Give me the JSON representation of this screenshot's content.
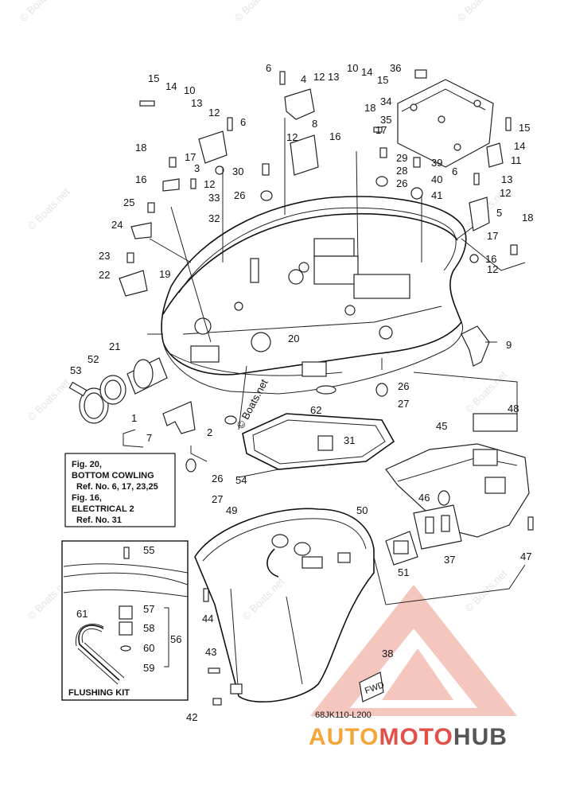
{
  "diagram": {
    "code": "68JK110-L200",
    "fwd_label": "FWD",
    "callouts": [
      "1",
      "2",
      "3",
      "4",
      "5",
      "6",
      "7",
      "8",
      "9",
      "10",
      "11",
      "12",
      "13",
      "14",
      "15",
      "16",
      "17",
      "18",
      "19",
      "20",
      "21",
      "22",
      "23",
      "24",
      "25",
      "26",
      "27",
      "28",
      "29",
      "30",
      "31",
      "32",
      "33",
      "34",
      "35",
      "36",
      "37",
      "38",
      "39",
      "40",
      "41",
      "42",
      "43",
      "44",
      "45",
      "46",
      "47",
      "48",
      "49",
      "50",
      "51",
      "52",
      "53",
      "54",
      "55",
      "56",
      "57",
      "58",
      "59",
      "60",
      "61",
      "62"
    ]
  },
  "note_box": {
    "lines": [
      "Fig. 20,",
      "BOTTOM COWLING",
      "Ref. No. 6, 17, 23,25",
      "Fig. 16,",
      "ELECTRICAL 2",
      "Ref. No. 31"
    ]
  },
  "flushing_kit": {
    "label": "FLUSHING KIT"
  },
  "watermark": {
    "text": "© Boats.net"
  },
  "logo": {
    "part1": "AUTO",
    "part2": "MOTO",
    "part3": "HUB",
    "colors": {
      "auto": "#f4a63a",
      "moto": "#e2504a",
      "hub": "#555555"
    }
  }
}
